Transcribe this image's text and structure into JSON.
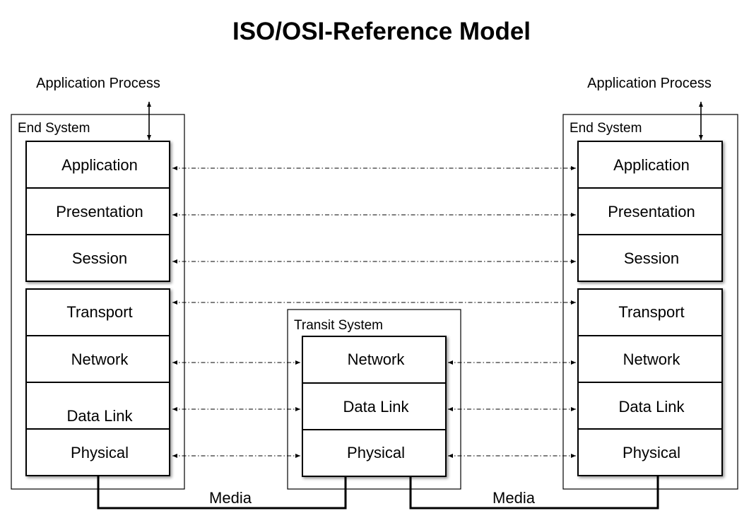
{
  "title": "ISO/OSI-Reference Model",
  "left_end_system": {
    "label": "End System",
    "application_process": "Application Process",
    "layers": {
      "application": "Application",
      "presentation": "Presentation",
      "session": "Session",
      "transport": "Transport",
      "network": "Network",
      "data_link": "Data Link",
      "physical": "Physical"
    }
  },
  "transit_system": {
    "label": "Transit System",
    "layers": {
      "network": "Network",
      "data_link": "Data Link",
      "physical": "Physical"
    }
  },
  "right_end_system": {
    "label": "End System",
    "application_process": "Application Process",
    "layers": {
      "application": "Application",
      "presentation": "Presentation",
      "session": "Session",
      "transport": "Transport",
      "network": "Network",
      "data_link": "Data Link",
      "physical": "Physical"
    }
  },
  "media_left": "Media",
  "media_right": "Media",
  "colors": {
    "line": "#000000",
    "background": "#ffffff"
  }
}
